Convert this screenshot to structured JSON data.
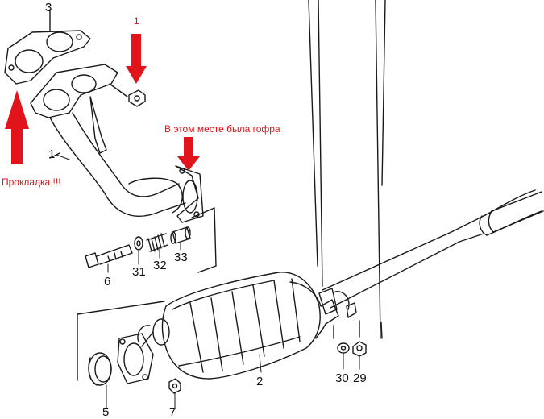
{
  "colors": {
    "line": "#1a1a1a",
    "annotation": "#e0141a",
    "background": "#ffffff"
  },
  "parts": {
    "p1": "1",
    "p2": "2",
    "p3": "3",
    "p5": "5",
    "p6": "6",
    "p7": "7",
    "p29": "29",
    "p30": "30",
    "p31": "31",
    "p32": "32",
    "p33": "33"
  },
  "annotations": {
    "nut_marker": "1",
    "corrugation_note": "В этом месте была гофра",
    "gasket_note": "Прокладка !!!"
  },
  "icons": {
    "arrow": "arrow-down-icon",
    "arrow_up": "arrow-up-icon"
  }
}
